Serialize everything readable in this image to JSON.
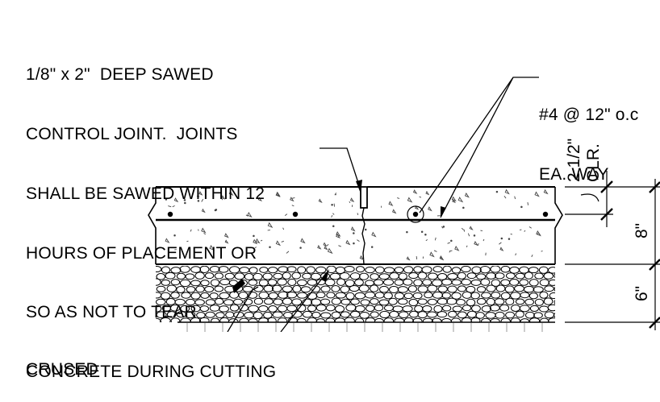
{
  "note_joint": [
    "1/8\" x 2\"  DEEP SAWED",
    "CONTROL JOINT.  JOINTS",
    "SHALL BE SAWED WITHIN 12",
    "HOURS OF PLACEMENT OR",
    "SO AS NOT TO TEAR",
    "CONCRETE DURING CUTTING"
  ],
  "note_rebar": [
    "#4 @ 12\" o.c",
    "EA. WAY"
  ],
  "clear_cover": [
    "2 1/2\"",
    "CLR."
  ],
  "dimensions": {
    "slab_thickness": "8\"",
    "base_thickness": "6\""
  },
  "note_base_partial": "CRUSED",
  "colors": {
    "line": "#000000",
    "background": "#ffffff"
  }
}
